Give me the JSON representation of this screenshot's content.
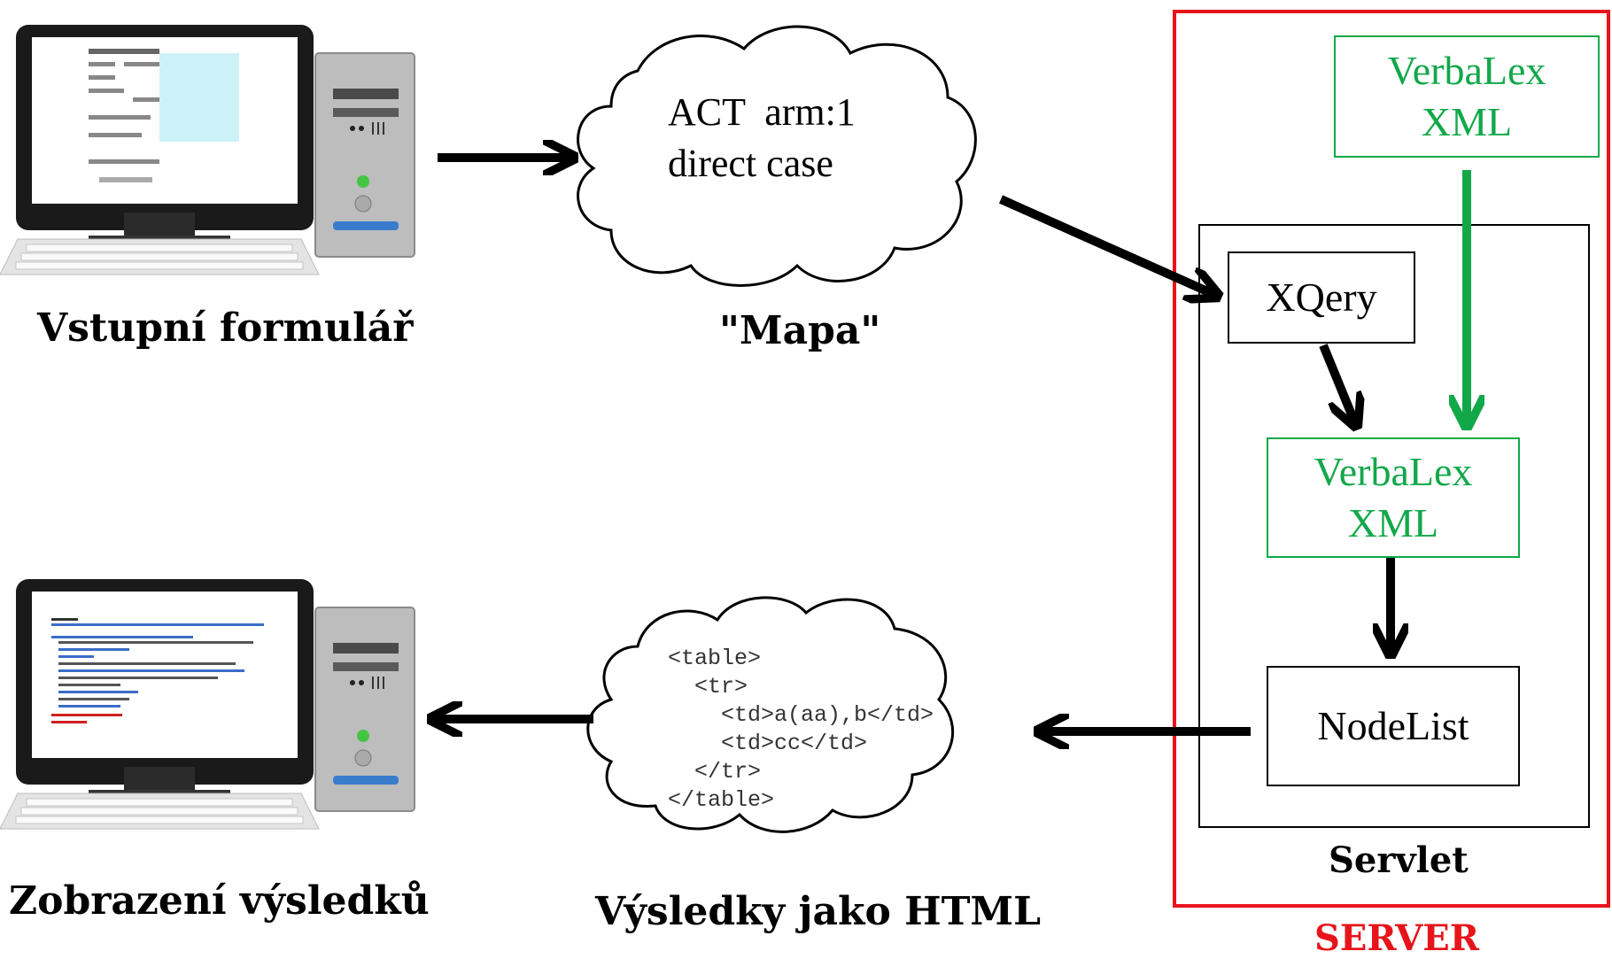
{
  "client_input": {
    "label": "Vstupní formulář"
  },
  "client_output": {
    "label": "Zobrazení výsledků"
  },
  "map_cloud": {
    "line1": "ACT  arm:1",
    "line2": "direct case",
    "label": "\"Mapa\""
  },
  "html_cloud": {
    "lines": [
      "<table>",
      "  <tr>",
      "    <td>a(aa),b</td>",
      "    <td>cc</td>",
      "  </tr>",
      "</table>"
    ],
    "label": "Výsledky jako HTML"
  },
  "server": {
    "label": "SERVER",
    "servlet_label": "Servlet",
    "source_xml": {
      "line1": "VerbaLex",
      "line2": "XML"
    },
    "xquery": "XQery",
    "result_xml": {
      "line1": "VerbaLex",
      "line2": "XML"
    },
    "nodelist": "NodeList"
  },
  "colors": {
    "server_border": "#e8141b",
    "xml_green": "#12a84a",
    "server_label": "#e8141b",
    "arrow": "#000000"
  }
}
